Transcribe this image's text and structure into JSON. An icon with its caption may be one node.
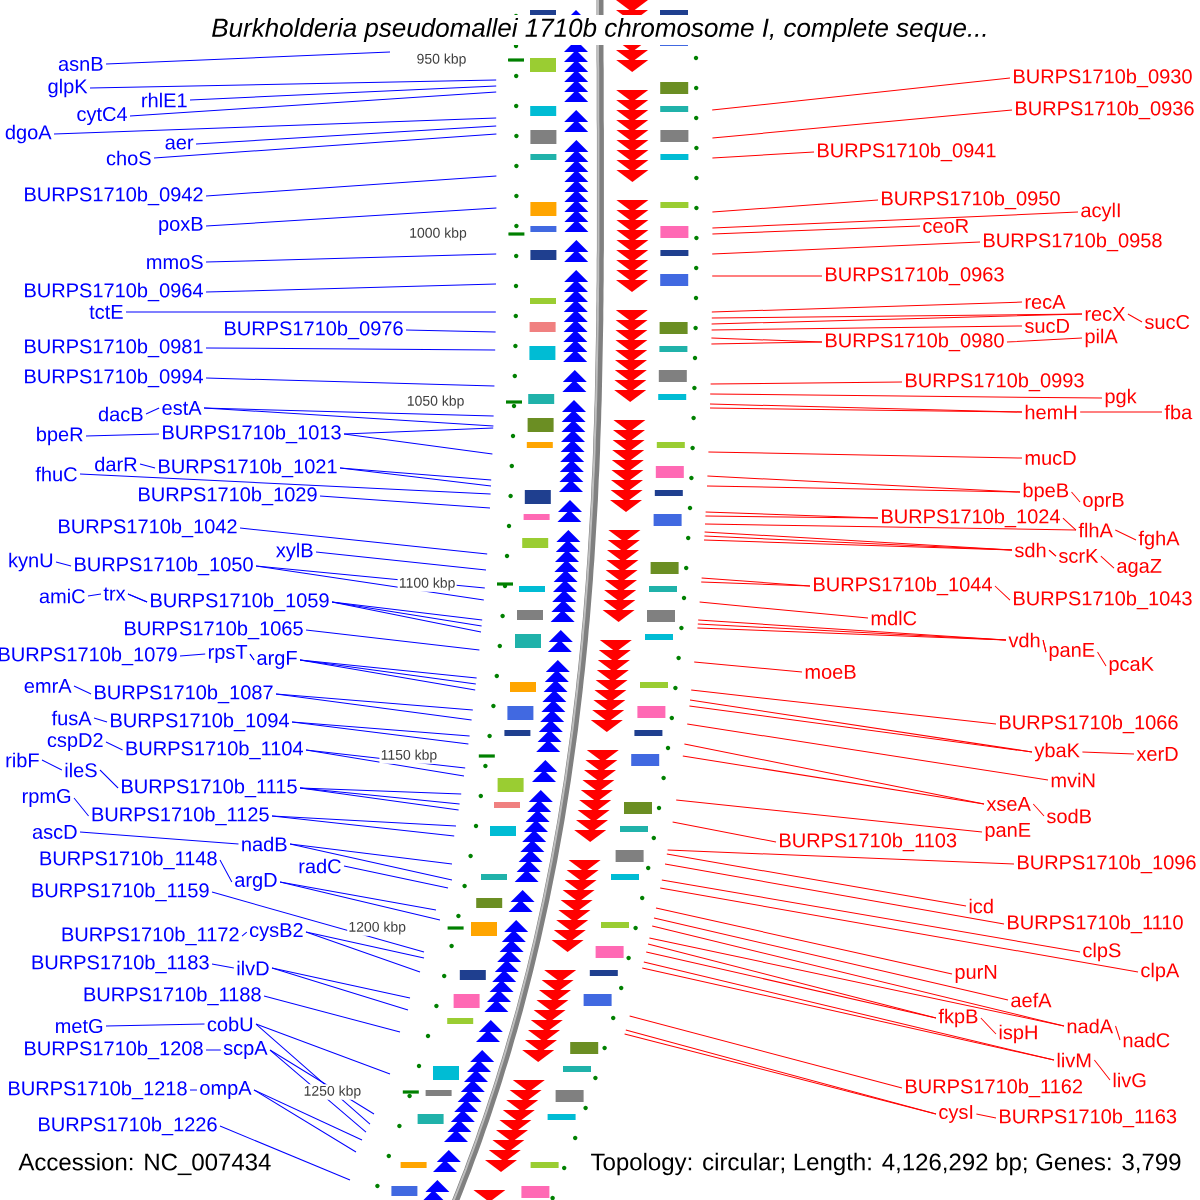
{
  "diagram": {
    "title": "Burkholderia pseudomallei 1710b chromosome I, complete seque...",
    "nodes": [
      {
        "text": [
          "asnB"
        ]
      },
      {
        "text": [
          "glpK"
        ]
      },
      {
        "text": [
          "rhlE1"
        ]
      },
      {
        "text": [
          "cytC4"
        ]
      },
      {
        "text": [
          "dgoA"
        ]
      },
      {
        "text": [
          "aer"
        ]
      },
      {
        "text": [
          "choS"
        ]
      },
      {
        "text": [
          "BURPS1710b_0942"
        ]
      },
      {
        "text": [
          "poxB"
        ]
      },
      {
        "text": [
          "mmoS"
        ]
      },
      {
        "text": [
          "BURPS1710b_0964"
        ]
      },
      {
        "text": [
          "tctE"
        ]
      },
      {
        "text": [
          "BURPS1710b_0976"
        ]
      },
      {
        "text": [
          "BURPS1710b_0981"
        ]
      },
      {
        "text": [
          "BURPS1710b_0994"
        ]
      },
      {
        "text": [
          "dacB"
        ]
      },
      {
        "text": [
          "estA"
        ]
      },
      {
        "text": [
          "bpeR"
        ]
      },
      {
        "text": [
          "BURPS1710b_1013"
        ]
      },
      {
        "text": [
          "fhuC"
        ]
      },
      {
        "text": [
          "darR"
        ]
      },
      {
        "text": [
          "BURPS1710b_1021"
        ]
      },
      {
        "text": [
          "BURPS1710b_1029"
        ]
      },
      {
        "text": [
          "BURPS1710b_1042"
        ]
      },
      {
        "text": [
          "xylB"
        ]
      },
      {
        "text": [
          "kynU"
        ]
      },
      {
        "text": [
          "BURPS1710b_1050"
        ]
      },
      {
        "text": [
          "amiC"
        ]
      },
      {
        "text": [
          "trx"
        ]
      },
      {
        "text": [
          "BURPS1710b_1059"
        ]
      },
      {
        "text": [
          "BURPS1710b_1065"
        ]
      },
      {
        "text": [
          "BURPS1710b_1079"
        ]
      },
      {
        "text": [
          "rpsT"
        ]
      },
      {
        "text": [
          "argF"
        ]
      },
      {
        "text": [
          "emrA"
        ]
      },
      {
        "text": [
          "BURPS1710b_1087"
        ]
      },
      {
        "text": [
          "fusA"
        ]
      },
      {
        "text": [
          "BURPS1710b_1094"
        ]
      },
      {
        "text": [
          "cspD2"
        ]
      },
      {
        "text": [
          "BURPS1710b_1104"
        ]
      },
      {
        "text": [
          "ribF"
        ]
      },
      {
        "text": [
          "ileS"
        ]
      },
      {
        "text": [
          "BURPS1710b_1115"
        ]
      },
      {
        "text": [
          "rpmG"
        ]
      },
      {
        "text": [
          "BURPS1710b_1125"
        ]
      },
      {
        "text": [
          "ascD"
        ]
      },
      {
        "text": [
          "nadB"
        ]
      },
      {
        "text": [
          "radC"
        ]
      },
      {
        "text": [
          "BURPS1710b_1148"
        ]
      },
      {
        "text": [
          "argD"
        ]
      },
      {
        "text": [
          "BURPS1710b_1159"
        ]
      },
      {
        "text": [
          "BURPS1710b_1172"
        ]
      },
      {
        "text": [
          "cysB2"
        ]
      },
      {
        "text": [
          "BURPS1710b_1183"
        ]
      },
      {
        "text": [
          "ilvD"
        ]
      },
      {
        "text": [
          "BURPS1710b_1188"
        ]
      },
      {
        "text": [
          "metG"
        ]
      },
      {
        "text": [
          "cobU"
        ]
      },
      {
        "text": [
          "BURPS1710b_1208"
        ]
      },
      {
        "text": [
          "scpA"
        ]
      },
      {
        "text": [
          "BURPS1710b_1218"
        ]
      },
      {
        "text": [
          "ompA"
        ]
      },
      {
        "text": [
          "BURPS1710b_1226"
        ]
      },
      {
        "text": [
          "BURPS1710b_0930"
        ]
      },
      {
        "text": [
          "BURPS1710b_0936"
        ]
      },
      {
        "text": [
          "BURPS1710b_0941"
        ]
      },
      {
        "text": [
          "BURPS1710b_0950"
        ]
      },
      {
        "text": [
          "acylI"
        ]
      },
      {
        "text": [
          "ceoR"
        ]
      },
      {
        "text": [
          "BURPS1710b_0958"
        ]
      },
      {
        "text": [
          "BURPS1710b_0963"
        ]
      },
      {
        "text": [
          "recA"
        ]
      },
      {
        "text": [
          "recX"
        ]
      },
      {
        "text": [
          "sucC"
        ]
      },
      {
        "text": [
          "sucD"
        ]
      },
      {
        "text": [
          "pilA"
        ]
      },
      {
        "text": [
          "BURPS1710b_0980"
        ]
      },
      {
        "text": [
          "BURPS1710b_0993"
        ]
      },
      {
        "text": [
          "pgk"
        ]
      },
      {
        "text": [
          "hemH"
        ]
      },
      {
        "text": [
          "fba"
        ]
      },
      {
        "text": [
          "mucD"
        ]
      },
      {
        "text": [
          "bpeB"
        ]
      },
      {
        "text": [
          "oprB"
        ]
      },
      {
        "text": [
          "BURPS1710b_1024"
        ]
      },
      {
        "text": [
          "flhA"
        ]
      },
      {
        "text": [
          "fghA"
        ]
      },
      {
        "text": [
          "sdh"
        ]
      },
      {
        "text": [
          "scrK"
        ]
      },
      {
        "text": [
          "agaZ"
        ]
      },
      {
        "text": [
          "BURPS1710b_1044"
        ]
      },
      {
        "text": [
          "BURPS1710b_1043"
        ]
      },
      {
        "text": [
          "mdlC"
        ]
      },
      {
        "text": [
          "vdh"
        ]
      },
      {
        "text": [
          "panE"
        ]
      },
      {
        "text": [
          "pcaK"
        ]
      },
      {
        "text": [
          "moeB"
        ]
      },
      {
        "text": [
          "BURPS1710b_1066"
        ]
      },
      {
        "text": [
          "ybaK"
        ]
      },
      {
        "text": [
          "xerD"
        ]
      },
      {
        "text": [
          "mviN"
        ]
      },
      {
        "text": [
          "xseA"
        ]
      },
      {
        "text": [
          "sodB"
        ]
      },
      {
        "text": [
          "BURPS1710b_1103"
        ]
      },
      {
        "text": [
          "panE"
        ]
      },
      {
        "text": [
          "BURPS1710b_1096"
        ]
      },
      {
        "text": [
          "icd"
        ]
      },
      {
        "text": [
          "BURPS1710b_1110"
        ]
      },
      {
        "text": [
          "clpS"
        ]
      },
      {
        "text": [
          "clpA"
        ]
      },
      {
        "text": [
          "purN"
        ]
      },
      {
        "text": [
          "aefA"
        ]
      },
      {
        "text": [
          "fkpB"
        ]
      },
      {
        "text": [
          "nadA"
        ]
      },
      {
        "text": [
          "ispH"
        ]
      },
      {
        "text": [
          "nadC"
        ]
      },
      {
        "text": [
          "livM"
        ]
      },
      {
        "text": [
          "livG"
        ]
      },
      {
        "text": [
          "BURPS1710b_1162"
        ]
      },
      {
        "text": [
          "cysI"
        ]
      },
      {
        "text": [
          "BURPS1710b_1163"
        ]
      }
    ],
    "edges": [
      {
        "from": 0,
        "to": null,
        "arrow": "none",
        "color": "#0000ff"
      },
      {
        "from": 1,
        "to": null,
        "arrow": "none",
        "color": "#0000ff"
      },
      {
        "from": 2,
        "to": null,
        "arrow": "none",
        "color": "#0000ff"
      },
      {
        "from": 3,
        "to": null,
        "arrow": "none",
        "color": "#0000ff"
      },
      {
        "from": 4,
        "to": null,
        "arrow": "none",
        "color": "#0000ff"
      },
      {
        "from": 5,
        "to": null,
        "arrow": "none",
        "color": "#0000ff"
      },
      {
        "from": 6,
        "to": null,
        "arrow": "none",
        "color": "#0000ff"
      },
      {
        "from": 7,
        "to": null,
        "arrow": "none",
        "color": "#0000ff"
      },
      {
        "from": 8,
        "to": null,
        "arrow": "none",
        "color": "#0000ff"
      },
      {
        "from": 9,
        "to": null,
        "arrow": "none",
        "color": "#0000ff"
      },
      {
        "from": 10,
        "to": null,
        "arrow": "none",
        "color": "#0000ff"
      },
      {
        "from": 11,
        "to": null,
        "arrow": "none",
        "color": "#0000ff"
      },
      {
        "from": 12,
        "to": null,
        "arrow": "none",
        "color": "#0000ff"
      },
      {
        "from": 13,
        "to": null,
        "arrow": "none",
        "color": "#0000ff"
      },
      {
        "from": 14,
        "to": null,
        "arrow": "none",
        "color": "#0000ff"
      },
      {
        "from": 15,
        "to": null,
        "arrow": "none",
        "color": "#0000ff"
      },
      {
        "from": 16,
        "to": null,
        "arrow": "none",
        "color": "#0000ff"
      },
      {
        "from": 17,
        "to": null,
        "arrow": "none",
        "color": "#0000ff"
      },
      {
        "from": 18,
        "to": null,
        "arrow": "none",
        "color": "#0000ff"
      },
      {
        "from": 19,
        "to": null,
        "arrow": "none",
        "color": "#0000ff"
      },
      {
        "from": 20,
        "to": null,
        "arrow": "none",
        "color": "#0000ff"
      },
      {
        "from": 21,
        "to": null,
        "arrow": "none",
        "color": "#0000ff"
      },
      {
        "from": 22,
        "to": null,
        "arrow": "none",
        "color": "#0000ff"
      },
      {
        "from": 23,
        "to": null,
        "arrow": "none",
        "color": "#0000ff"
      },
      {
        "from": 24,
        "to": null,
        "arrow": "none",
        "color": "#0000ff"
      },
      {
        "from": 25,
        "to": null,
        "arrow": "none",
        "color": "#0000ff"
      },
      {
        "from": 26,
        "to": null,
        "arrow": "none",
        "color": "#0000ff"
      },
      {
        "from": 27,
        "to": null,
        "arrow": "none",
        "color": "#0000ff"
      },
      {
        "from": 28,
        "to": null,
        "arrow": "none",
        "color": "#0000ff"
      },
      {
        "from": 29,
        "to": null,
        "arrow": "none",
        "color": "#0000ff"
      },
      {
        "from": 30,
        "to": null,
        "arrow": "none",
        "color": "#0000ff"
      },
      {
        "from": 31,
        "to": null,
        "arrow": "none",
        "color": "#0000ff"
      },
      {
        "from": 32,
        "to": null,
        "arrow": "none",
        "color": "#0000ff"
      },
      {
        "from": 33,
        "to": null,
        "arrow": "none",
        "color": "#0000ff"
      },
      {
        "from": 34,
        "to": null,
        "arrow": "none",
        "color": "#0000ff"
      },
      {
        "from": 35,
        "to": null,
        "arrow": "none",
        "color": "#0000ff"
      },
      {
        "from": 36,
        "to": null,
        "arrow": "none",
        "color": "#0000ff"
      },
      {
        "from": 37,
        "to": null,
        "arrow": "none",
        "color": "#0000ff"
      },
      {
        "from": 38,
        "to": null,
        "arrow": "none",
        "color": "#0000ff"
      },
      {
        "from": 39,
        "to": null,
        "arrow": "none",
        "color": "#0000ff"
      },
      {
        "from": 40,
        "to": null,
        "arrow": "none",
        "color": "#0000ff"
      },
      {
        "from": 41,
        "to": null,
        "arrow": "none",
        "color": "#0000ff"
      },
      {
        "from": 42,
        "to": null,
        "arrow": "none",
        "color": "#0000ff"
      },
      {
        "from": 43,
        "to": null,
        "arrow": "none",
        "color": "#0000ff"
      },
      {
        "from": 44,
        "to": null,
        "arrow": "none",
        "color": "#0000ff"
      },
      {
        "from": 45,
        "to": null,
        "arrow": "none",
        "color": "#0000ff"
      },
      {
        "from": 46,
        "to": null,
        "arrow": "none",
        "color": "#0000ff"
      },
      {
        "from": 47,
        "to": null,
        "arrow": "none",
        "color": "#0000ff"
      },
      {
        "from": 48,
        "to": null,
        "arrow": "none",
        "color": "#0000ff"
      },
      {
        "from": 49,
        "to": null,
        "arrow": "none",
        "color": "#0000ff"
      },
      {
        "from": 50,
        "to": null,
        "arrow": "none",
        "color": "#0000ff"
      },
      {
        "from": 51,
        "to": null,
        "arrow": "none",
        "color": "#0000ff"
      },
      {
        "from": 52,
        "to": null,
        "arrow": "none",
        "color": "#0000ff"
      },
      {
        "from": 53,
        "to": null,
        "arrow": "none",
        "color": "#0000ff"
      },
      {
        "from": 54,
        "to": null,
        "arrow": "none",
        "color": "#0000ff"
      },
      {
        "from": 55,
        "to": null,
        "arrow": "none",
        "color": "#0000ff"
      },
      {
        "from": 56,
        "to": null,
        "arrow": "none",
        "color": "#0000ff"
      },
      {
        "from": 57,
        "to": null,
        "arrow": "none",
        "color": "#0000ff"
      },
      {
        "from": 58,
        "to": null,
        "arrow": "none",
        "color": "#0000ff"
      },
      {
        "from": 59,
        "to": null,
        "arrow": "none",
        "color": "#0000ff"
      },
      {
        "from": 60,
        "to": null,
        "arrow": "none",
        "color": "#0000ff"
      },
      {
        "from": 61,
        "to": null,
        "arrow": "none",
        "color": "#0000ff"
      },
      {
        "from": 62,
        "to": null,
        "arrow": "none",
        "color": "#0000ff"
      },
      {
        "from": 63,
        "to": null,
        "arrow": "none",
        "color": "#ff0000"
      },
      {
        "from": 64,
        "to": null,
        "arrow": "none",
        "color": "#ff0000"
      },
      {
        "from": 65,
        "to": null,
        "arrow": "none",
        "color": "#ff0000"
      },
      {
        "from": 66,
        "to": null,
        "arrow": "none",
        "color": "#ff0000"
      },
      {
        "from": 67,
        "to": null,
        "arrow": "none",
        "color": "#ff0000"
      },
      {
        "from": 68,
        "to": null,
        "arrow": "none",
        "color": "#ff0000"
      },
      {
        "from": 69,
        "to": null,
        "arrow": "none",
        "color": "#ff0000"
      },
      {
        "from": 70,
        "to": null,
        "arrow": "none",
        "color": "#ff0000"
      },
      {
        "from": 71,
        "to": null,
        "arrow": "none",
        "color": "#ff0000"
      },
      {
        "from": 72,
        "to": null,
        "arrow": "none",
        "color": "#ff0000"
      },
      {
        "from": 73,
        "to": null,
        "arrow": "none",
        "color": "#ff0000"
      },
      {
        "from": 74,
        "to": null,
        "arrow": "none",
        "color": "#ff0000"
      },
      {
        "from": 75,
        "to": null,
        "arrow": "none",
        "color": "#ff0000"
      },
      {
        "from": 76,
        "to": null,
        "arrow": "none",
        "color": "#ff0000"
      },
      {
        "from": 77,
        "to": null,
        "arrow": "none",
        "color": "#ff0000"
      },
      {
        "from": 78,
        "to": null,
        "arrow": "none",
        "color": "#ff0000"
      },
      {
        "from": 79,
        "to": null,
        "arrow": "none",
        "color": "#ff0000"
      },
      {
        "from": 80,
        "to": null,
        "arrow": "none",
        "color": "#ff0000"
      },
      {
        "from": 81,
        "to": null,
        "arrow": "none",
        "color": "#ff0000"
      },
      {
        "from": 82,
        "to": null,
        "arrow": "none",
        "color": "#ff0000"
      },
      {
        "from": 83,
        "to": null,
        "arrow": "none",
        "color": "#ff0000"
      },
      {
        "from": 84,
        "to": null,
        "arrow": "none",
        "color": "#ff0000"
      },
      {
        "from": 85,
        "to": null,
        "arrow": "none",
        "color": "#ff0000"
      },
      {
        "from": 86,
        "to": null,
        "arrow": "none",
        "color": "#ff0000"
      },
      {
        "from": 87,
        "to": null,
        "arrow": "none",
        "color": "#ff0000"
      },
      {
        "from": 88,
        "to": null,
        "arrow": "none",
        "color": "#ff0000"
      },
      {
        "from": 89,
        "to": null,
        "arrow": "none",
        "color": "#ff0000"
      },
      {
        "from": 90,
        "to": null,
        "arrow": "none",
        "color": "#ff0000"
      },
      {
        "from": 91,
        "to": null,
        "arrow": "none",
        "color": "#ff0000"
      },
      {
        "from": 92,
        "to": null,
        "arrow": "none",
        "color": "#ff0000"
      },
      {
        "from": 93,
        "to": null,
        "arrow": "none",
        "color": "#ff0000"
      },
      {
        "from": 94,
        "to": null,
        "arrow": "none",
        "color": "#ff0000"
      },
      {
        "from": 95,
        "to": null,
        "arrow": "none",
        "color": "#ff0000"
      },
      {
        "from": 96,
        "to": null,
        "arrow": "none",
        "color": "#ff0000"
      },
      {
        "from": 97,
        "to": null,
        "arrow": "none",
        "color": "#ff0000"
      },
      {
        "from": 98,
        "to": null,
        "arrow": "none",
        "color": "#ff0000"
      },
      {
        "from": 99,
        "to": null,
        "arrow": "none",
        "color": "#ff0000"
      },
      {
        "from": 100,
        "to": null,
        "arrow": "none",
        "color": "#ff0000"
      },
      {
        "from": 101,
        "to": null,
        "arrow": "none",
        "color": "#ff0000"
      },
      {
        "from": 102,
        "to": null,
        "arrow": "none",
        "color": "#ff0000"
      },
      {
        "from": 103,
        "to": null,
        "arrow": "none",
        "color": "#ff0000"
      },
      {
        "from": 104,
        "to": null,
        "arrow": "none",
        "color": "#ff0000"
      },
      {
        "from": 105,
        "to": null,
        "arrow": "none",
        "color": "#ff0000"
      },
      {
        "from": 106,
        "to": null,
        "arrow": "none",
        "color": "#ff0000"
      },
      {
        "from": 107,
        "to": null,
        "arrow": "none",
        "color": "#ff0000"
      },
      {
        "from": 108,
        "to": null,
        "arrow": "none",
        "color": "#ff0000"
      },
      {
        "from": 109,
        "to": null,
        "arrow": "none",
        "color": "#ff0000"
      },
      {
        "from": 110,
        "to": null,
        "arrow": "none",
        "color": "#ff0000"
      },
      {
        "from": 111,
        "to": null,
        "arrow": "none",
        "color": "#ff0000"
      },
      {
        "from": 112,
        "to": null,
        "arrow": "none",
        "color": "#ff0000"
      },
      {
        "from": 113,
        "to": null,
        "arrow": "none",
        "color": "#ff0000"
      },
      {
        "from": 114,
        "to": null,
        "arrow": "none",
        "color": "#ff0000"
      },
      {
        "from": 115,
        "to": null,
        "arrow": "none",
        "color": "#ff0000"
      },
      {
        "from": 116,
        "to": null,
        "arrow": "none",
        "color": "#ff0000"
      },
      {
        "from": 117,
        "to": null,
        "arrow": "none",
        "color": "#ff0000"
      },
      {
        "from": 118,
        "to": null,
        "arrow": "none",
        "color": "#ff0000"
      },
      {
        "from": 119,
        "to": null,
        "arrow": "none",
        "color": "#ff0000"
      },
      {
        "from": 120,
        "to": null,
        "arrow": "none",
        "color": "#ff0000"
      }
    ],
    "labels": [
      "950 kbp",
      "1000 kbp",
      "1050 kbp",
      "1100 kbp",
      "1150 kbp",
      "1200 kbp",
      "1250 kbp",
      "Accession: NC_007434",
      "Topology: circular; Length: 4,126,292 bp; Genes: 3,799"
    ]
  }
}
